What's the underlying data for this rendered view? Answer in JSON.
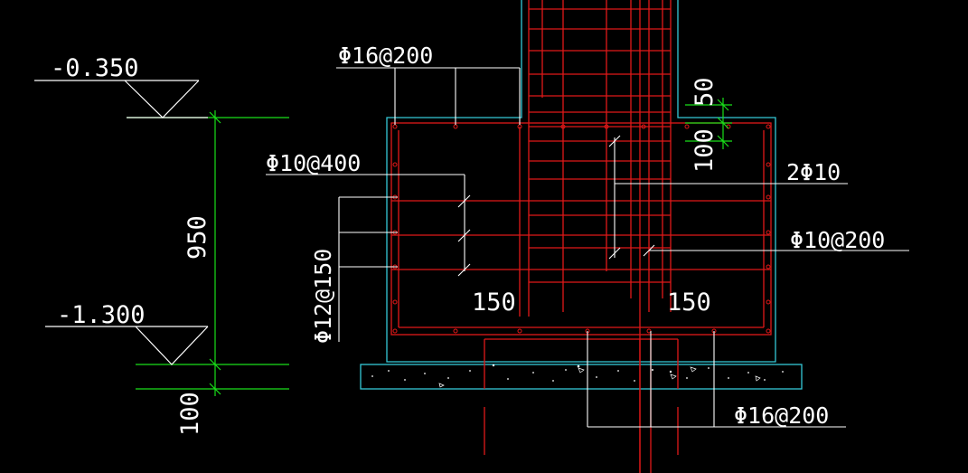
{
  "labels": {
    "elev_top": "-0.350",
    "elev_bottom": "-1.300",
    "dim_950": "950",
    "dim_100_left": "100",
    "dim_50": "50",
    "dim_100_right": "100",
    "dim_150_left": "150",
    "dim_150_right": "150",
    "rebar_top": "Φ16@200",
    "rebar_stirrup": "Φ10@400",
    "rebar_side": "Φ12@150",
    "rebar_2phi10": "2Φ10",
    "rebar_phi10_200": "Φ10@200",
    "rebar_bottom": "Φ16@200"
  },
  "colors": {
    "background": "#000000",
    "concrete": "#35c9d8",
    "rebar": "#e01818",
    "dimension": "#19e019",
    "annotation": "#ffffff"
  }
}
